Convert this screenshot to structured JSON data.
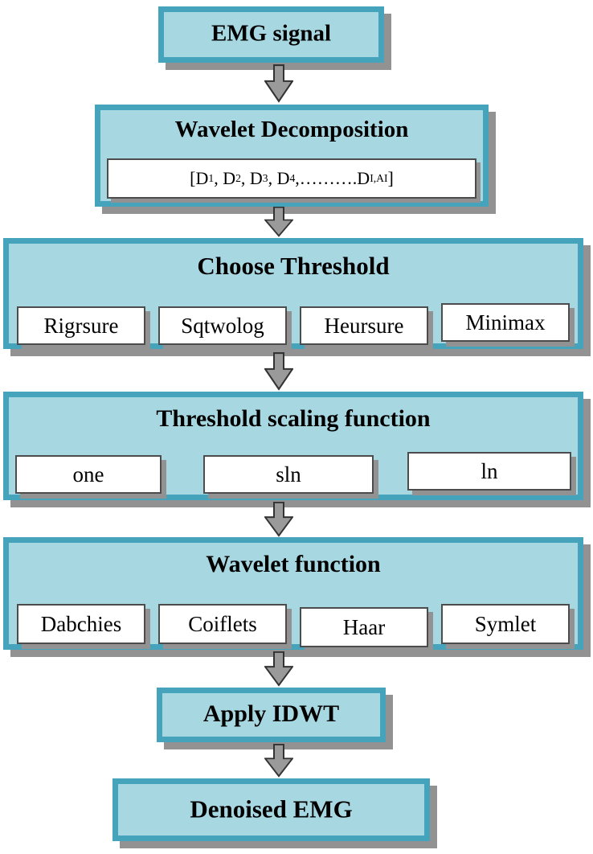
{
  "diagram": {
    "title": "EMG denoising wavelet flowchart",
    "colors": {
      "box_fill": "#a7d8e2",
      "box_border": "#45a3bc",
      "shadow": "#929292",
      "arrow_fill": "#9a9a9a",
      "arrow_stroke": "#333333"
    },
    "icons": {
      "flow_arrow": "block-arrow-down"
    },
    "nodes": {
      "emg_signal": {
        "label": "EMG signal"
      },
      "decomposition": {
        "title": "Wavelet Decomposition",
        "detail_segments": [
          {
            "t": "[D"
          },
          {
            "t": "1",
            "sub": true
          },
          {
            "t": ", D"
          },
          {
            "t": "2",
            "sub": true
          },
          {
            "t": ", D"
          },
          {
            "t": "3",
            "sub": true
          },
          {
            "t": ", D"
          },
          {
            "t": "4",
            "sub": true
          },
          {
            "t": ",……….D"
          },
          {
            "t": "I,AI",
            "sub": true
          },
          {
            "t": "]"
          }
        ]
      },
      "choose_threshold": {
        "title": "Choose Threshold",
        "options": [
          "Rigrsure",
          "Sqtwolog",
          "Heursure",
          "Minimax"
        ]
      },
      "threshold_scaling": {
        "title": "Threshold scaling function",
        "options": [
          "one",
          "sln",
          "ln"
        ]
      },
      "wavelet_function": {
        "title": "Wavelet function",
        "options": [
          "Dabchies",
          "Coiflets",
          "Haar",
          "Symlet"
        ]
      },
      "apply_idwt": {
        "label": "Apply IDWT"
      },
      "denoised_emg": {
        "label": "Denoised EMG"
      }
    }
  }
}
